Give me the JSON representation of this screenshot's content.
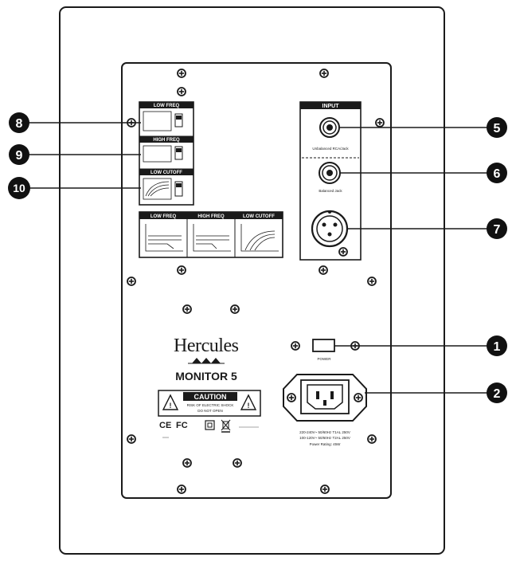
{
  "callouts": [
    "1",
    "2",
    "5",
    "6",
    "7",
    "8",
    "9",
    "10"
  ],
  "brand": {
    "name": "Hercules",
    "model": "MONITOR 5"
  },
  "caution": {
    "title": "CAUTION",
    "text1": "RISK OF ELECTRIC SHOCK",
    "text2": "DO NOT OPEN"
  },
  "dip_switches": {
    "low_freq": "LOW FREQ",
    "high_freq": "HIGH FREQ",
    "low_cutoff": "LOW CUTOFF"
  },
  "graph_panel": {
    "low_freq": "LOW FREQ",
    "high_freq": "HIGH FREQ",
    "low_cutoff": "LOW CUTOFF"
  },
  "input_panel": {
    "title": "INPUT",
    "jack1_label": "Unbalanced RCA/Jack",
    "jack2_label": "Balanced Jack"
  },
  "power": {
    "switch_label": "POWER",
    "rating1": "220-240V~ 50/60Hz T1AL 250V",
    "rating2": "100-120V~ 50/60Hz T2AL 250V",
    "rating3": "Power Rating: 45W"
  },
  "certifications": [
    "CE",
    "FC"
  ],
  "colors": {
    "line": "#1a1a1a",
    "callout_fill": "#111111",
    "panel": "#ffffff"
  }
}
